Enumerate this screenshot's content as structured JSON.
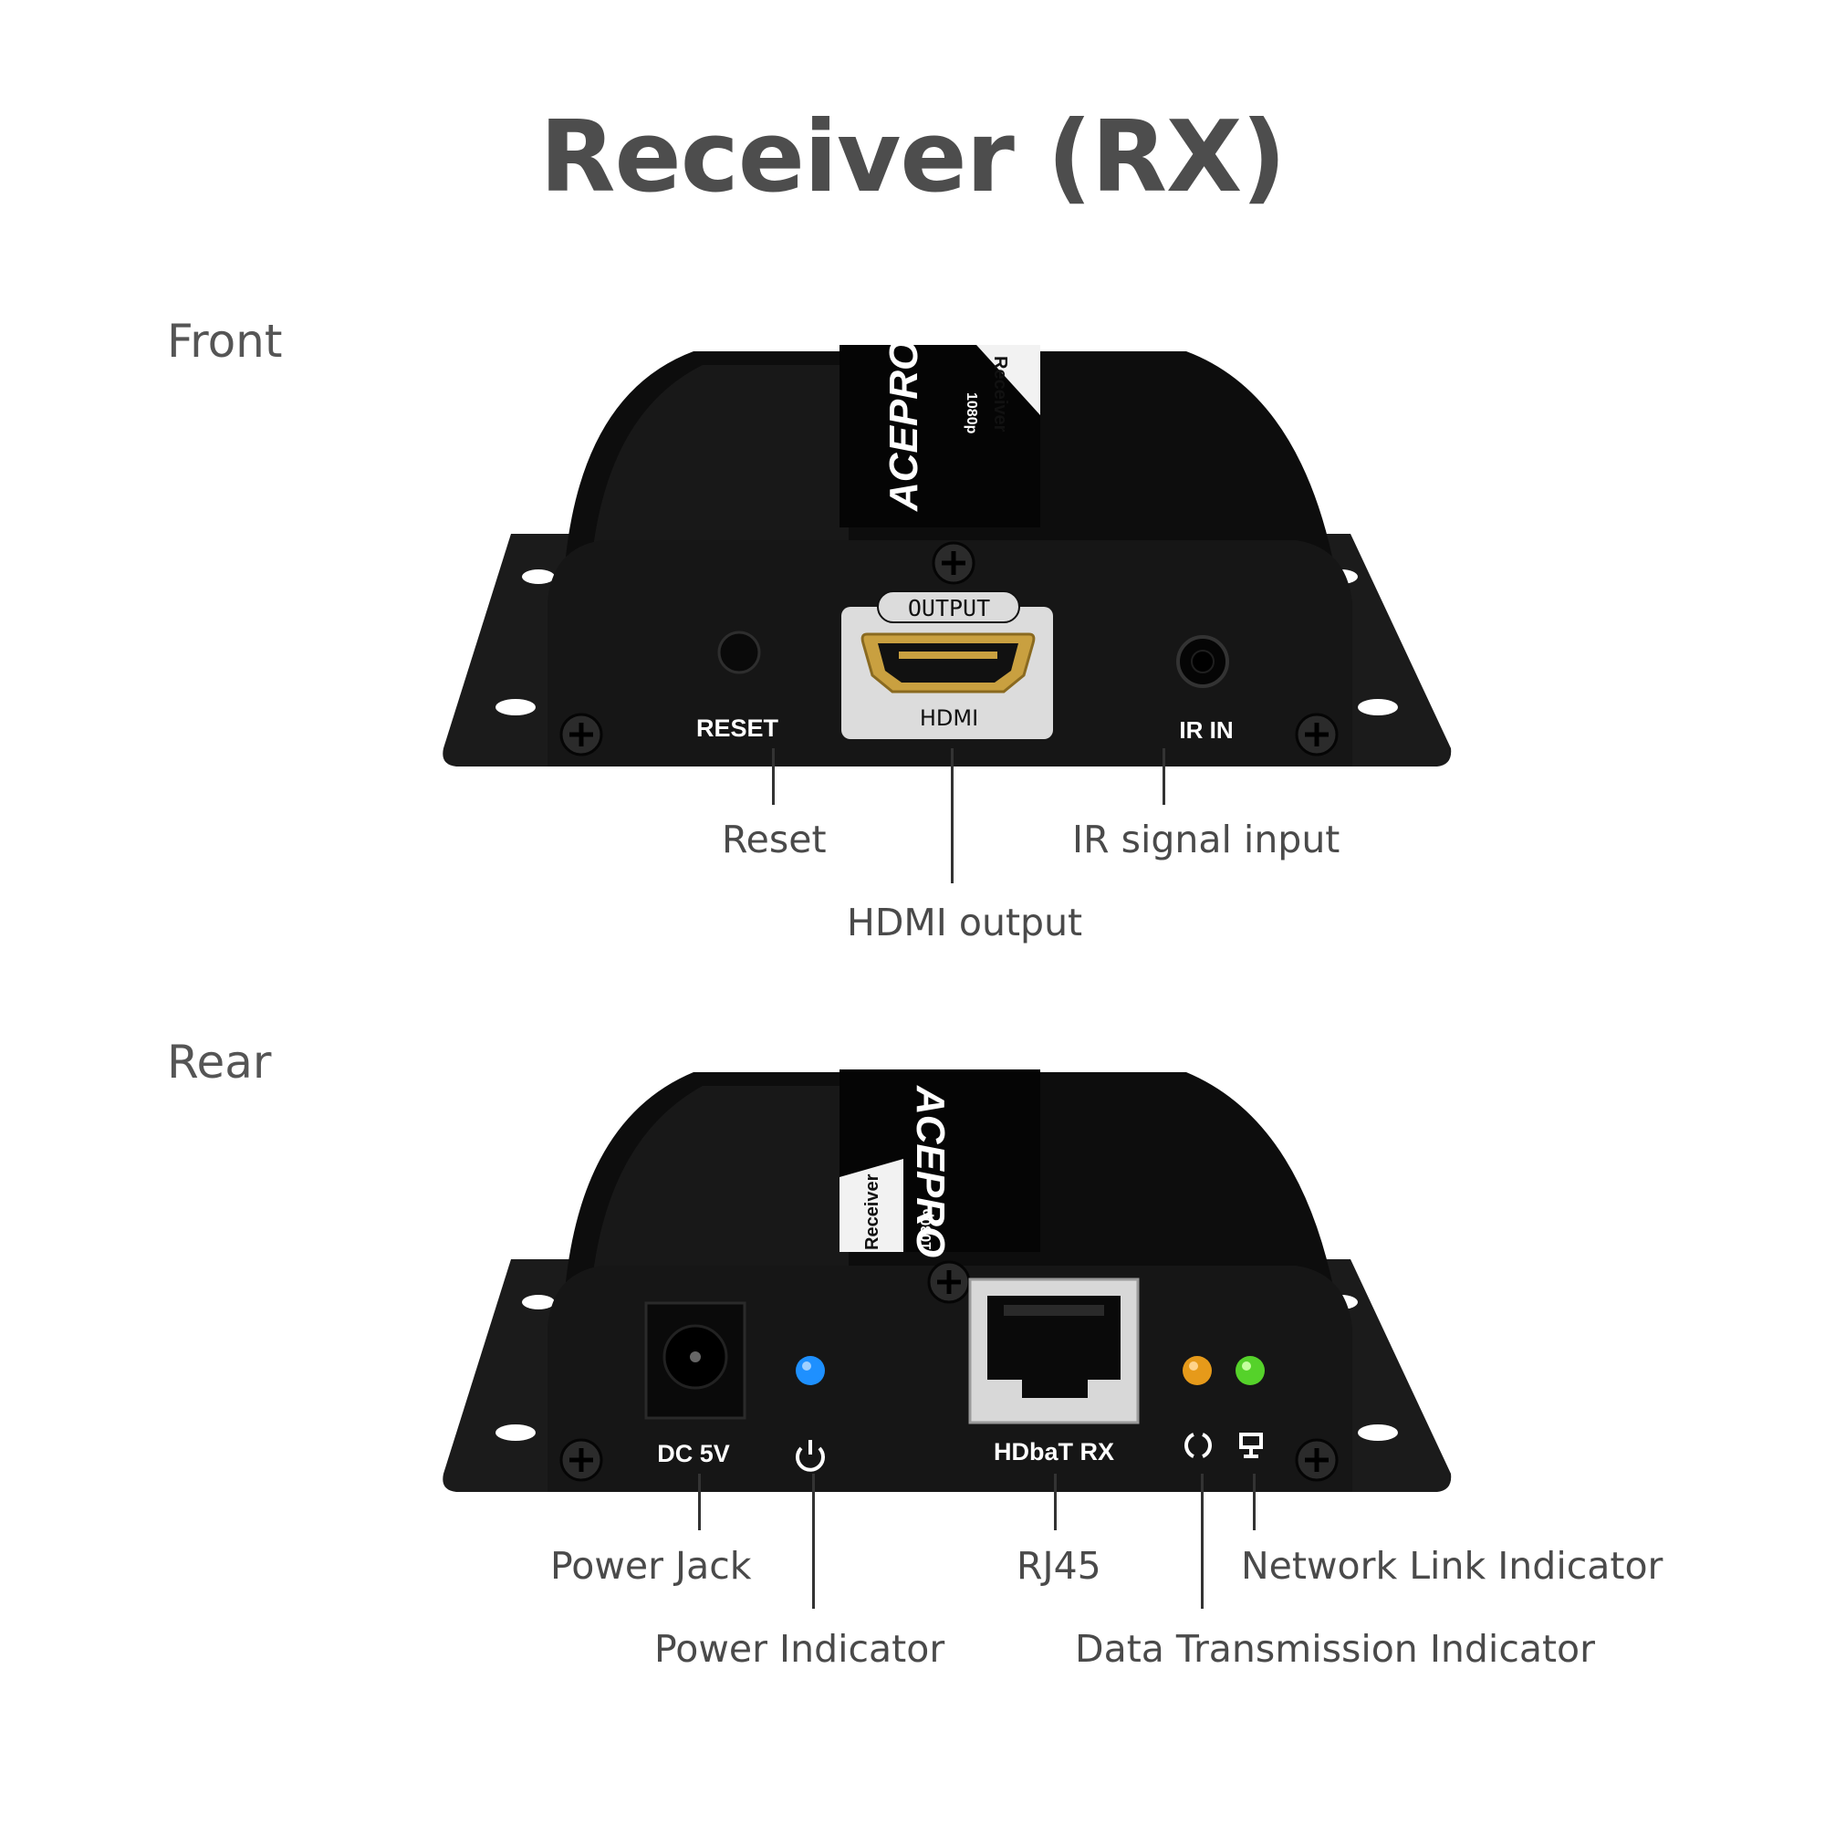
{
  "title": "Receiver (RX)",
  "front": {
    "section_label": "Front",
    "brand": "ACEPRO",
    "model_text": "Receiver",
    "res_text": "1080p",
    "panel_labels": {
      "reset": "RESET",
      "output_badge": "OUTPUT",
      "hdmi": "HDMI",
      "ir_in": "IR IN"
    },
    "callouts": {
      "reset": "Reset",
      "ir": "IR signal input",
      "hdmi": "HDMI output"
    }
  },
  "rear": {
    "section_label": "Rear",
    "brand": "ACEPRO",
    "model_text": "Receiver",
    "res_text": "1080p",
    "panel_labels": {
      "dc": "DC 5V",
      "hdbt": "HDbaT RX"
    },
    "callouts": {
      "power_jack": "Power Jack",
      "power_indicator": "Power Indicator",
      "rj45": "RJ45",
      "network_link": "Network Link Indicator",
      "data_tx": "Data Transmission Indicator"
    }
  },
  "colors": {
    "body": "#141414",
    "label_text": "#ffffff",
    "power_led": "#1e90ff",
    "data_led": "#e69a1a",
    "link_led": "#55d22a",
    "hdmi_plate": "#dcdcdc",
    "gold": "#c9a040"
  },
  "icons": [
    "power-icon",
    "data-transmission-icon",
    "network-link-icon",
    "screw-icon"
  ]
}
